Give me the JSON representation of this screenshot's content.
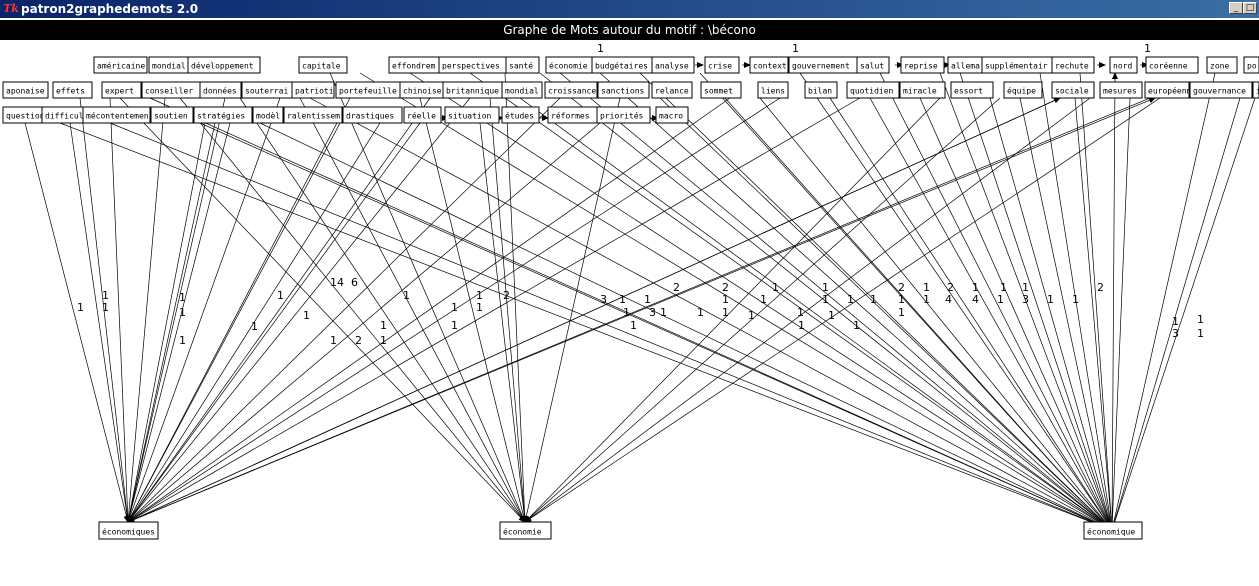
{
  "window": {
    "title": "patron2graphedemots 2.0",
    "icon": "tk-feather-icon",
    "icon_glyph": "Tk",
    "minimize_glyph": "_",
    "maximize_glyph": "□"
  },
  "header": {
    "title": "Graphe de Mots autour du motif : \\bécono"
  },
  "nodes": {
    "row1": [
      "américaine",
      "mondial",
      "développement",
      "capitale",
      "effondrem",
      "perspectives",
      "santé",
      "économie",
      "budgétaires",
      "analyse",
      "crise",
      "context",
      "gouvernement",
      "salut",
      "reprise",
      "allema",
      "supplémentair",
      "rechute",
      "nord",
      "coréenne",
      "zone",
      "po"
    ],
    "row2": [
      "aponaise",
      "effets",
      "expert",
      "conseiller",
      "données",
      "souterrai",
      "patrioti",
      "portefeuille",
      "chinoise",
      "britannique",
      "mondial",
      "croissance",
      "sanctions",
      "relance",
      "sommet",
      "liens",
      "bilan",
      "quotidien",
      "miracle",
      "essort",
      "équipe",
      "sociale",
      "mesures",
      "européenn",
      "gouvernance",
      "i"
    ],
    "row3": [
      "question",
      "difficul",
      "mécontentemen",
      "soutien",
      "stratégies",
      "modèl",
      "ralentissem",
      "drastiques",
      "réelle",
      "situation",
      "études",
      "réformes",
      "priorités",
      "macro"
    ],
    "targets": [
      "économiques",
      "économie",
      "économique"
    ]
  },
  "counts": {
    "top": [
      "1",
      "1",
      "1"
    ],
    "middle": [
      "1",
      "1",
      "1",
      "1",
      "1",
      "1",
      "14",
      "6",
      "1",
      "1",
      "1",
      "1",
      "2",
      "1",
      "1",
      "1",
      "1",
      "1",
      "1",
      "1",
      "2",
      "1",
      "1",
      "3",
      "1",
      "1",
      "2",
      "2",
      "1",
      "1",
      "1",
      "1",
      "1",
      "1",
      "1",
      "1",
      "1",
      "1",
      "1",
      "1",
      "2",
      "1",
      "1",
      "1",
      "1",
      "2",
      "1",
      "4",
      "1",
      "1",
      "3",
      "1",
      "1",
      "2",
      "1",
      "3",
      "1",
      "1",
      "3",
      "1",
      "1",
      "1",
      "4",
      "1"
    ]
  }
}
